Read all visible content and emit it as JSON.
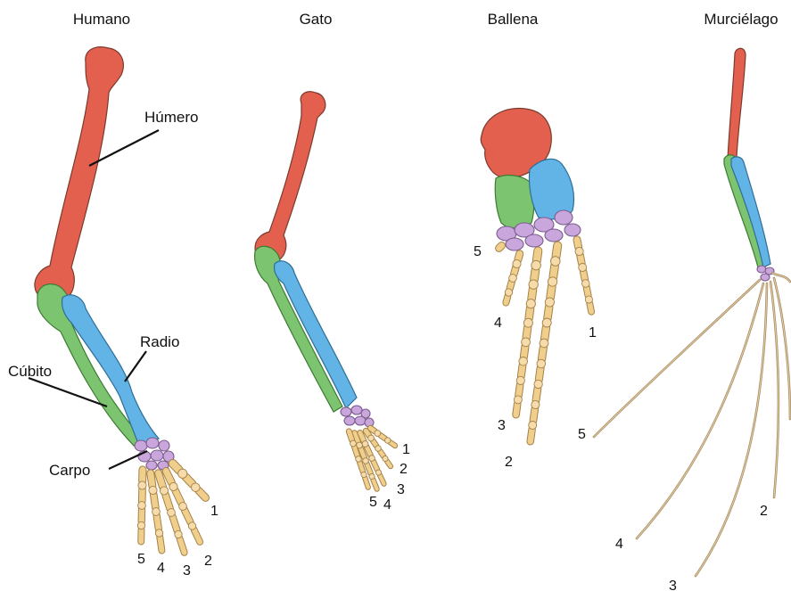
{
  "titles": {
    "human": "Humano",
    "cat": "Gato",
    "whale": "Ballena",
    "bat": "Murciélago"
  },
  "labels": {
    "humerus": "Húmero",
    "radius": "Radio",
    "ulna": "Cúbito",
    "carpus": "Carpo"
  },
  "digits": {
    "human": [
      "1",
      "2",
      "3",
      "4",
      "5"
    ],
    "cat": [
      "1",
      "2",
      "3",
      "4",
      "5"
    ],
    "whale": [
      "1",
      "2",
      "3",
      "4",
      "5"
    ],
    "bat": [
      "2",
      "3",
      "4",
      "5"
    ]
  },
  "colors": {
    "humerus": "#e4604e",
    "radius": "#62b4e6",
    "ulna": "#7dc471",
    "carpals": "#c9a6dc",
    "phalanges": "#f0cf8c"
  }
}
